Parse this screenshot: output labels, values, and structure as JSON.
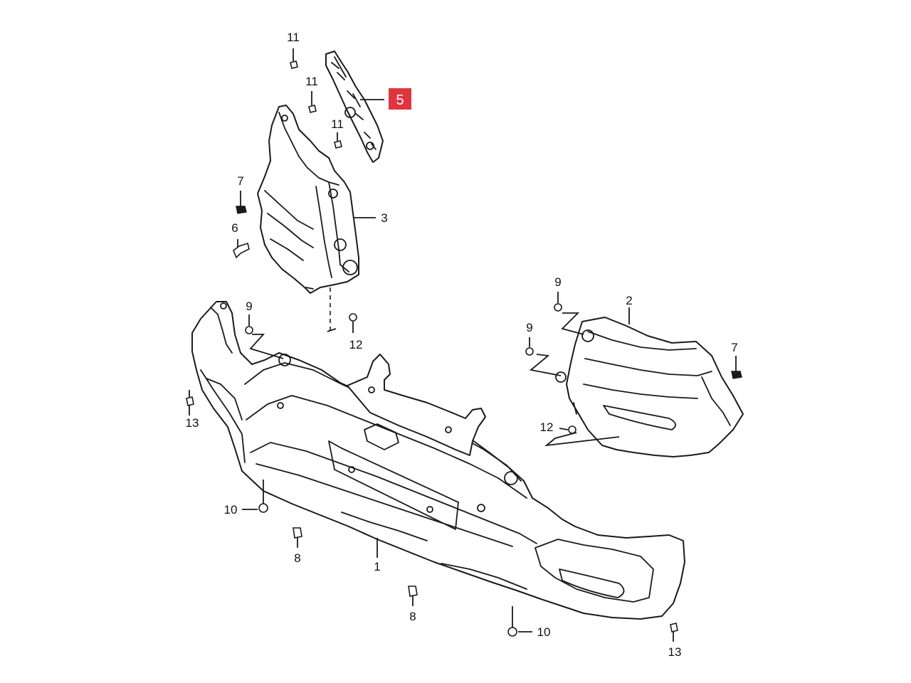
{
  "callouts": {
    "c1": "1",
    "c2": "2",
    "c3": "3",
    "c5": "5",
    "c6": "6",
    "c7a": "7",
    "c7b": "7",
    "c8a": "8",
    "c8b": "8",
    "c9a": "9",
    "c9b": "9",
    "c9c": "9",
    "c10a": "10",
    "c10b": "10",
    "c11a": "11",
    "c11b": "11",
    "c11c": "11",
    "c12a": "12",
    "c12b": "12",
    "c13a": "13",
    "c13b": "13"
  },
  "highlight": {
    "part_number": "5",
    "color": "#e0353f"
  },
  "colors": {
    "line": "#1a1a1a",
    "background": "#ffffff"
  }
}
